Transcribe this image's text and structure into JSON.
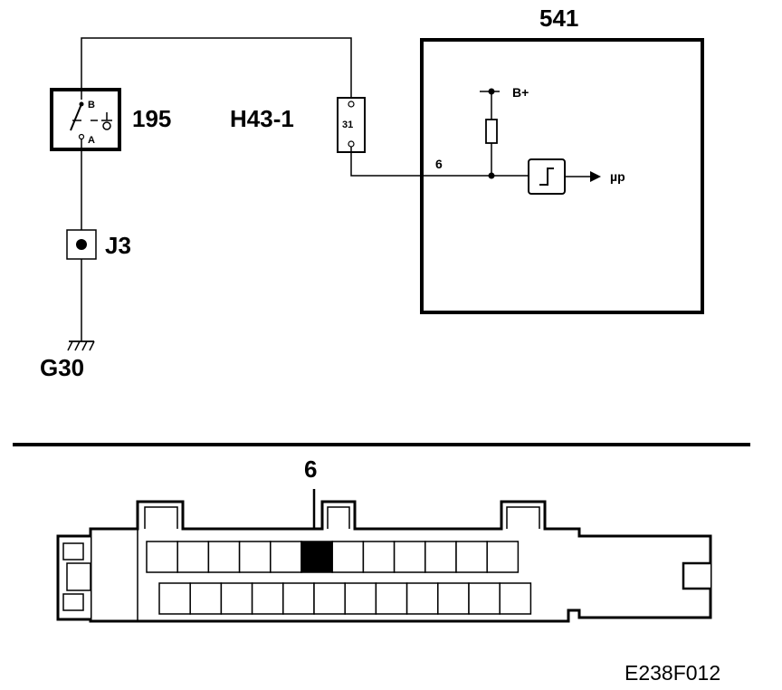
{
  "labels": {
    "module": "541",
    "switch": "195",
    "switch_pin_b": "B",
    "switch_pin_a": "A",
    "connector": "H43-1",
    "connector_pin": "31",
    "ground_point": "J3",
    "ground": "G30",
    "pin_number": "6",
    "supply": "B+",
    "micro": "µp",
    "highlight_pin": "6",
    "figure_code": "E238F012"
  }
}
